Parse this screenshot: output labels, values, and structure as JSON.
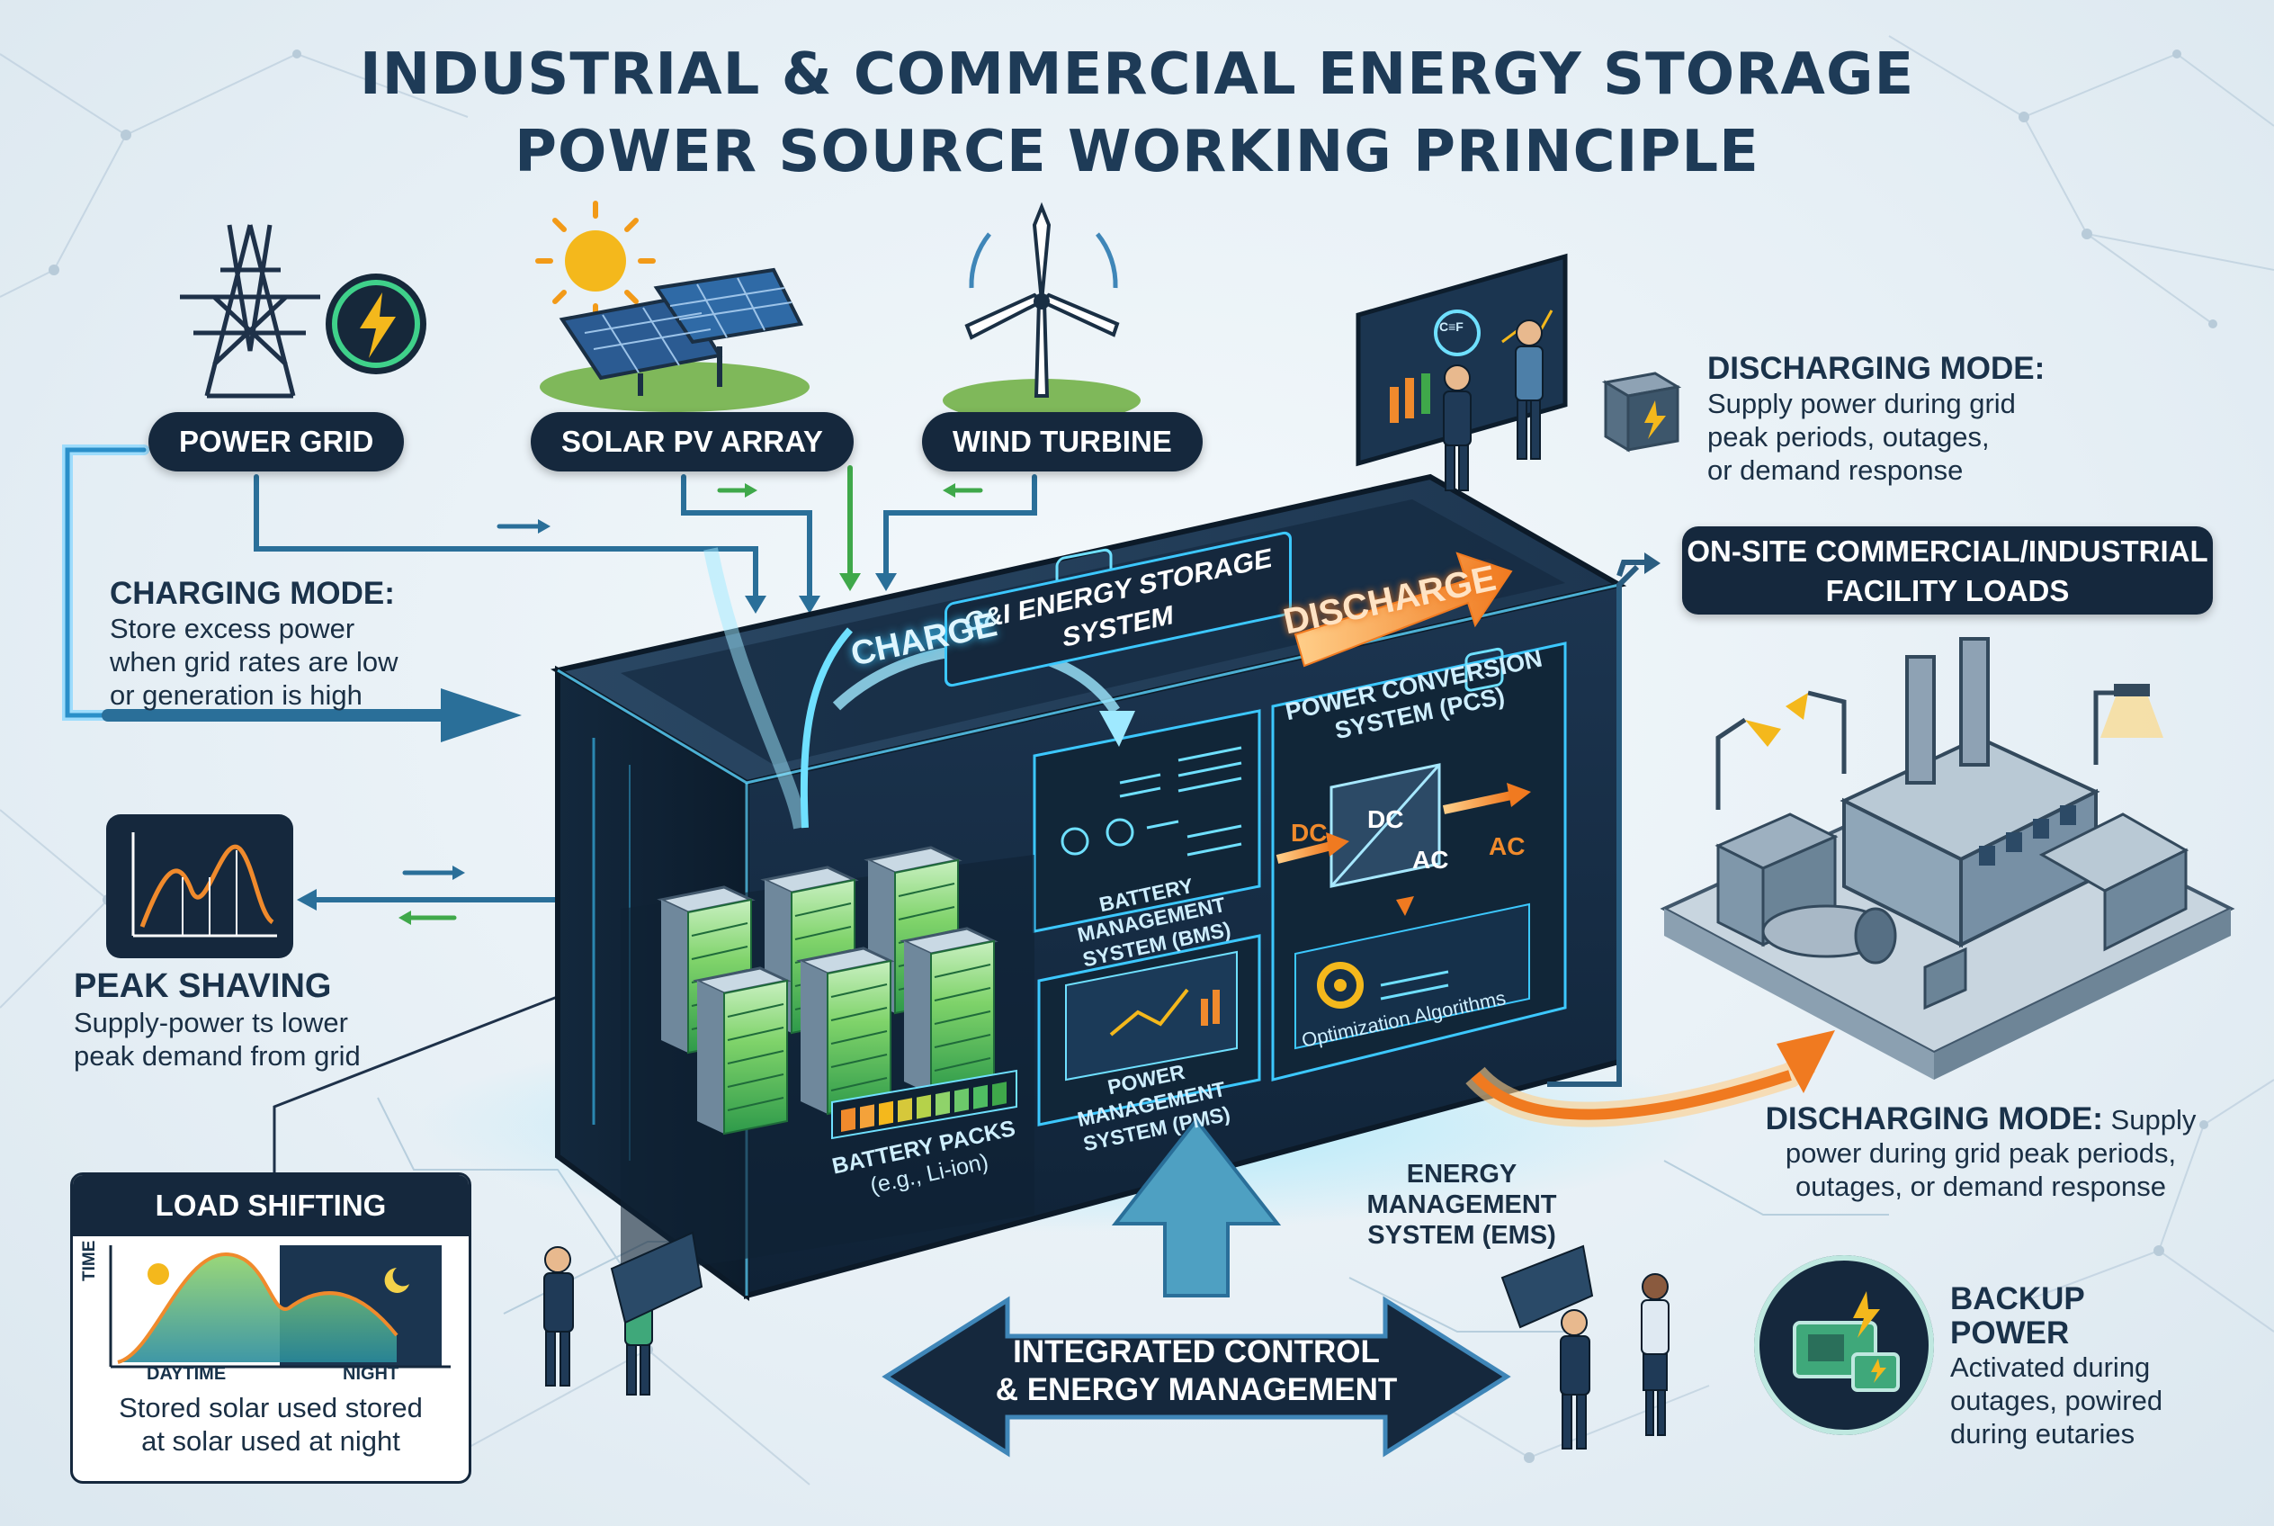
{
  "title": {
    "line1": "INDUSTRIAL & COMMERCIAL ENERGY STORAGE",
    "line2": "POWER SOURCE WORKING PRINCIPLE"
  },
  "sources": {
    "power_grid": "POWER GRID",
    "solar_pv": "SOLAR PV ARRAY",
    "wind_turbine": "WIND TURBINE"
  },
  "charging_mode": {
    "heading": "CHARGING MODE:",
    "line1": "Store excess power",
    "line2": "when grid rates are low",
    "line3": "or generation is high"
  },
  "peak_shaving": {
    "heading": "PEAK SHAVING",
    "line1": "Supply-power ts lower",
    "line2": "peak demand from grid"
  },
  "load_shifting": {
    "heading": "LOAD SHIFTING",
    "axis_label": "TIME",
    "daytime": "DAYTIME",
    "night": "NIGHT",
    "line1": "Stored solar used stored",
    "line2": "at solar used at night"
  },
  "system": {
    "title_line1": "C&I ENERGY STORAGE",
    "title_line2": "SYSTEM",
    "charge": "CHARGE",
    "discharge": "DISCHARGE",
    "pcs_line1": "POWER CONVERSION",
    "pcs_line2": "SYSTEM (PCS)",
    "dc": "DC",
    "ac": "AC",
    "bms_line1": "BATTERY MANAGEMENT",
    "bms_line2": "SYSTEM (BMS)",
    "pms_line1": "POWER MANAGEMENT",
    "pms_line2": "SYSTEM (PMS)",
    "optimization": "Optimization Algorithms",
    "battery_line1": "BATTERY PACKS",
    "battery_line2": "(e.g., Li-ion)",
    "icon_label": "C≡F"
  },
  "ems": {
    "line1": "ENERGY MANAGEMENT",
    "line2": "SYSTEM (EMS)"
  },
  "integrated": {
    "line1": "INTEGRATED CONTROL",
    "line2": "& ENERGY MANAGEMENT"
  },
  "discharging_top": {
    "heading": "DISCHARGING MODE:",
    "line1": "Supply power during grid",
    "line2": "peak periods, outages,",
    "line3": "or demand response"
  },
  "facility": {
    "line1": "ON-SITE COMMERCIAL/INDUSTRIAL",
    "line2": "FACILITY LOADS"
  },
  "discharging_bottom": {
    "heading": "DISCHARGING MODE:",
    "line1_rest": "Supply",
    "line2": "power during grid peak periods,",
    "line3": "outages, or demand response"
  },
  "backup": {
    "heading1": "BACKUP",
    "heading2": "POWER",
    "line1": "Activated during",
    "line2": "outages, powired",
    "line3": "during eutaries"
  },
  "colors": {
    "navy": "#15283d",
    "accent_cyan": "#3cc8ff",
    "accent_orange": "#f08a2c",
    "accent_green": "#3fa84a",
    "arrow_blue": "#2a6f99",
    "sun_yellow": "#f4b81c"
  },
  "icons": [
    "lightning-icon",
    "sun-icon",
    "moon-icon",
    "gear-icon",
    "battery-icon",
    "chart-icon"
  ]
}
